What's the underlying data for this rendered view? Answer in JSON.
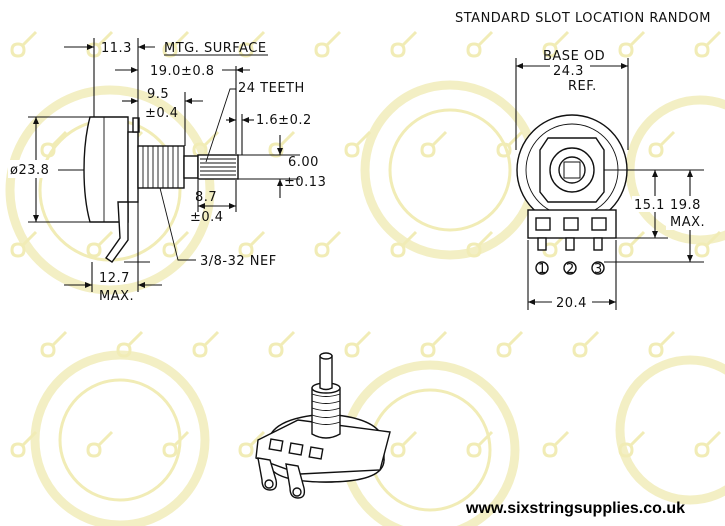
{
  "labels": {
    "mtg_dim": "11.3",
    "mtg_surface": "MTG. SURFACE",
    "shaft_len": "19.0±0.8",
    "teeth": "24 TEETH",
    "bushing_len": "9.5",
    "bushing_tol": "±0.4",
    "shaft_tip": "1.6±0.2",
    "diameter": "ø23.8",
    "shaft_dia": "6.00",
    "shaft_dia_tol": "±0.13",
    "knurl_len": "8.7",
    "knurl_tol": "±0.4",
    "thread": "3/8-32 NEF",
    "lug_len": "12.7",
    "lug_max": "MAX.",
    "slot_note": "STANDARD SLOT LOCATION RANDOM",
    "base_od": "BASE OD",
    "base_od_val": "24.3",
    "base_od_ref": "REF.",
    "height_15": "15.1",
    "height_19": "19.8",
    "height_max": "MAX.",
    "width_20": "20.4",
    "pin1": "1",
    "pin2": "2",
    "pin3": "3"
  },
  "website": "www.sixstringsupplies.co.uk",
  "colors": {
    "line": "#111111",
    "watermark": "#f1ecb6",
    "background": "#ffffff"
  }
}
